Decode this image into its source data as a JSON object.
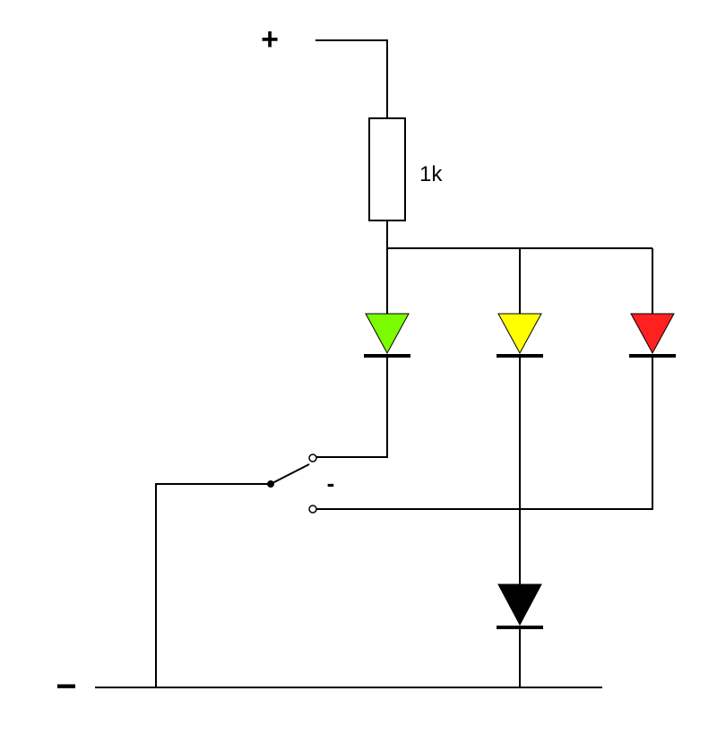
{
  "diagram": {
    "labels": {
      "plus": "+",
      "minus": "−",
      "resistor_value": "1k",
      "switch_marker": "-"
    },
    "colors": {
      "background": "#ffffff",
      "wire": "#000000",
      "led_green": "#7CFC00",
      "led_yellow": "#FFFF00",
      "led_red": "#FF2020",
      "diode_black": "#000000",
      "resistor_fill": "#ffffff"
    },
    "components": [
      {
        "name": "resistor",
        "value": "1k"
      },
      {
        "name": "led-green",
        "color": "green"
      },
      {
        "name": "led-yellow",
        "color": "yellow"
      },
      {
        "name": "led-red",
        "color": "red"
      },
      {
        "name": "diode",
        "color": "black"
      },
      {
        "name": "switch",
        "type": "changeover (SPDT)"
      }
    ]
  }
}
